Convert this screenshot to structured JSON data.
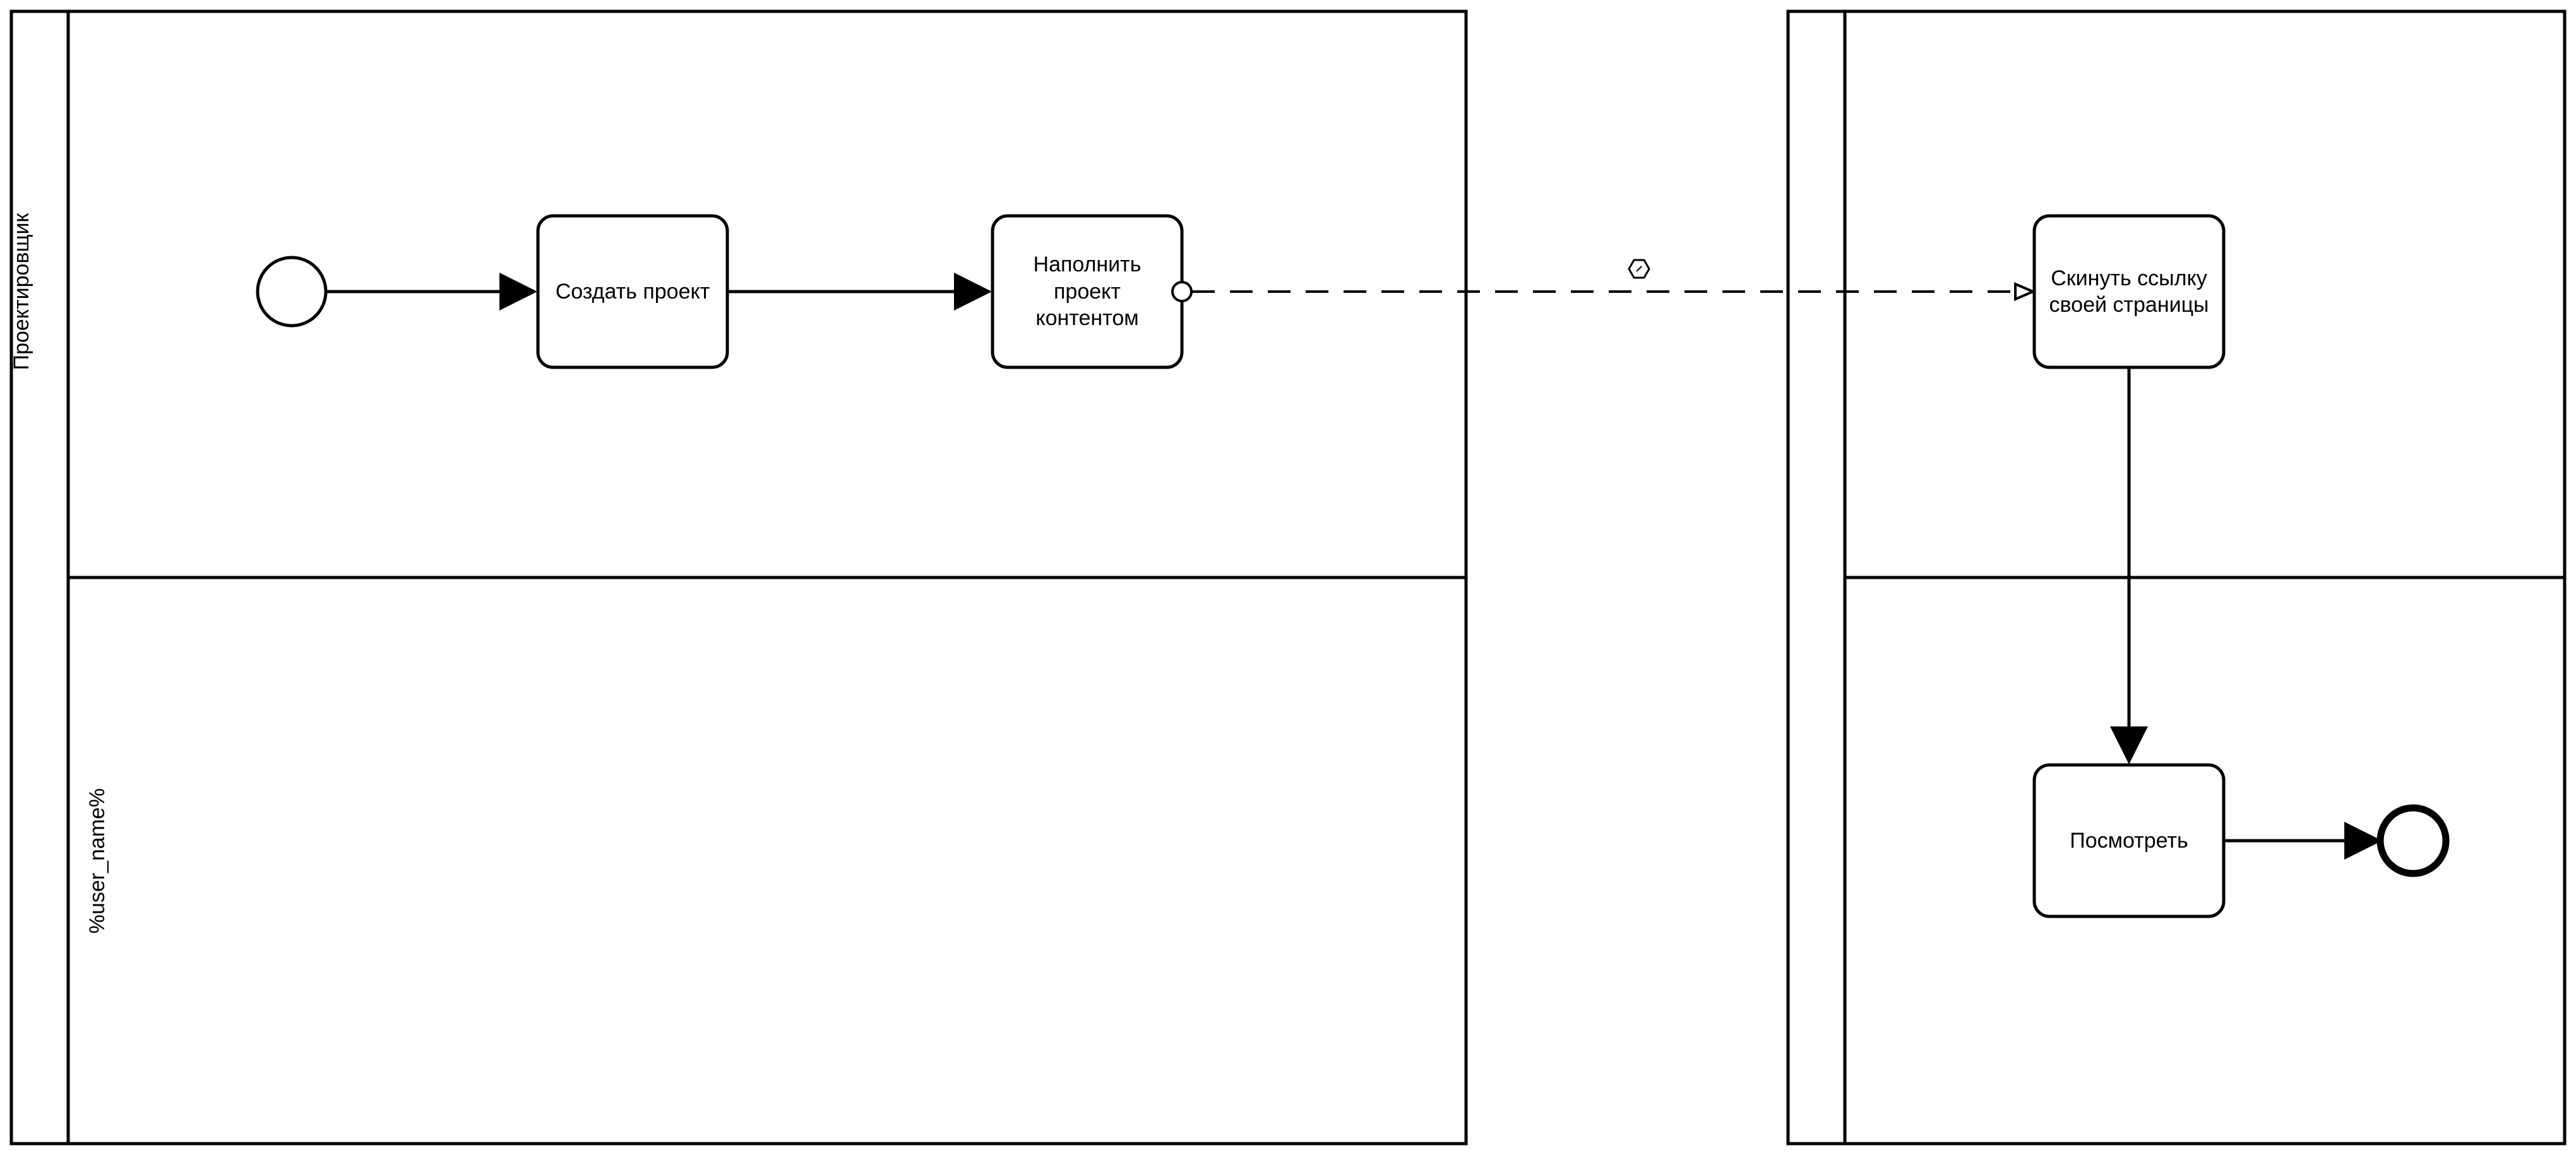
{
  "lanes": {
    "left_top_label": "Проектировщик",
    "left_bottom_label": "%user_name%"
  },
  "tasks": {
    "create_project": "Создать проект",
    "fill_content": "Наполнить\nпроект\nконтентом",
    "send_link": "Скинуть ссылку\nсвоей страницы",
    "view": "Посмотреть"
  },
  "colors": {
    "stroke": "#000000",
    "background": "#ffffff"
  }
}
